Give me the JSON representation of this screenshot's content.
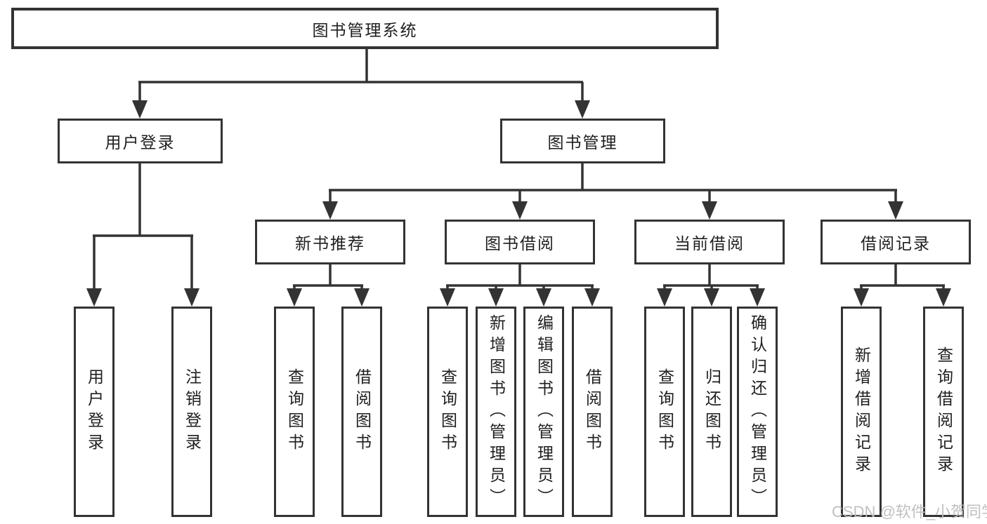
{
  "diagram": {
    "title": "图书管理系统",
    "level2": {
      "user_login": "用户登录",
      "book_mgmt": "图书管理"
    },
    "level3": {
      "new_books": "新书推荐",
      "book_borrow": "图书借阅",
      "current_borrow": "当前借阅",
      "borrow_records": "借阅记录"
    },
    "leaves": {
      "user_login": [
        "用户登录",
        "注销登录"
      ],
      "new_books": [
        "查询图书",
        "借阅图书"
      ],
      "book_borrow": [
        "查询图书",
        "新增图书（管理员）",
        "编辑图书（管理员）",
        "借阅图书"
      ],
      "current_borrow": [
        "查询图书",
        "归还图书",
        "确认归还（管理员）"
      ],
      "borrow_records": [
        "新增借阅记录",
        "查询借阅记录"
      ]
    }
  },
  "colors": {
    "line": "#333333",
    "text": "#1f1f1f",
    "watermark": "#bdbdbd"
  },
  "watermark": "CSDN @软件_小贺同学"
}
